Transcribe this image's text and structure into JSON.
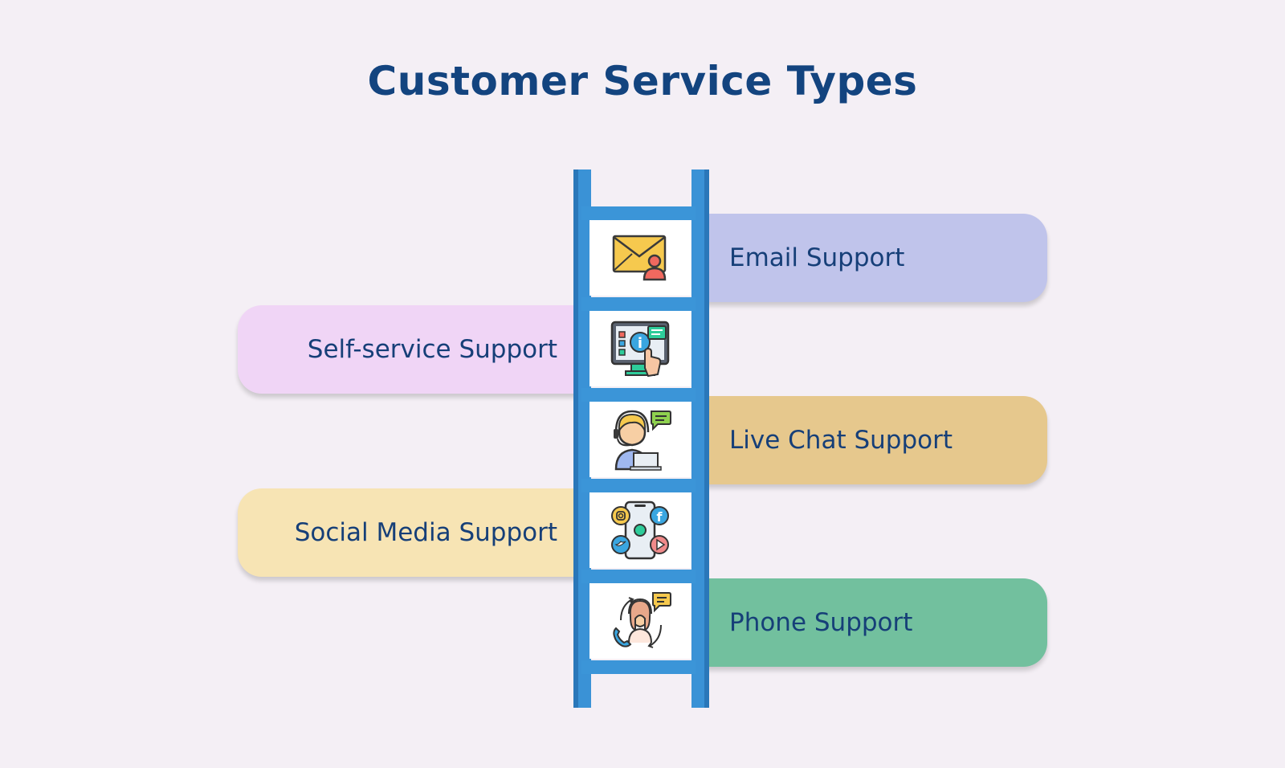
{
  "title": "Customer Service Types",
  "items": [
    {
      "label": "Email Support",
      "side": "right",
      "color": "#c0c4eb",
      "icon": "envelope-user-icon"
    },
    {
      "label": "Self-service Support",
      "side": "left",
      "color": "#f0d5f6",
      "icon": "info-kiosk-icon"
    },
    {
      "label": "Live Chat Support",
      "side": "right",
      "color": "#e6c88d",
      "icon": "agent-headset-chat-icon"
    },
    {
      "label": "Social Media Support",
      "side": "left",
      "color": "#f7e4b4",
      "icon": "social-media-phone-icon"
    },
    {
      "label": "Phone Support",
      "side": "right",
      "color": "#72c09e",
      "icon": "phone-agent-icon"
    }
  ],
  "colors": {
    "title": "#13447f",
    "ladder": "#3a92d6",
    "background": "#f4eff5"
  }
}
